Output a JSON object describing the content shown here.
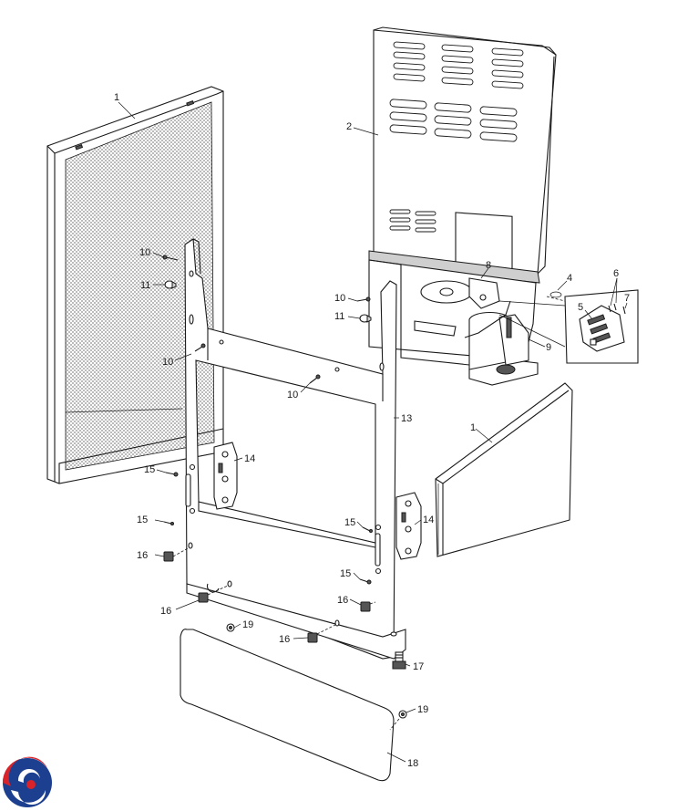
{
  "diagram": {
    "callouts": [
      "1",
      "2",
      "4",
      "5",
      "6",
      "7",
      "8",
      "9",
      "10",
      "11",
      "13",
      "14",
      "15",
      "16",
      "17",
      "18",
      "19"
    ]
  },
  "colors": {
    "line": "#1a1a1a",
    "logo_red": "#d8232a",
    "logo_blue": "#1d3f8f"
  },
  "logo": {
    "name": "brand-swirl-logo"
  }
}
